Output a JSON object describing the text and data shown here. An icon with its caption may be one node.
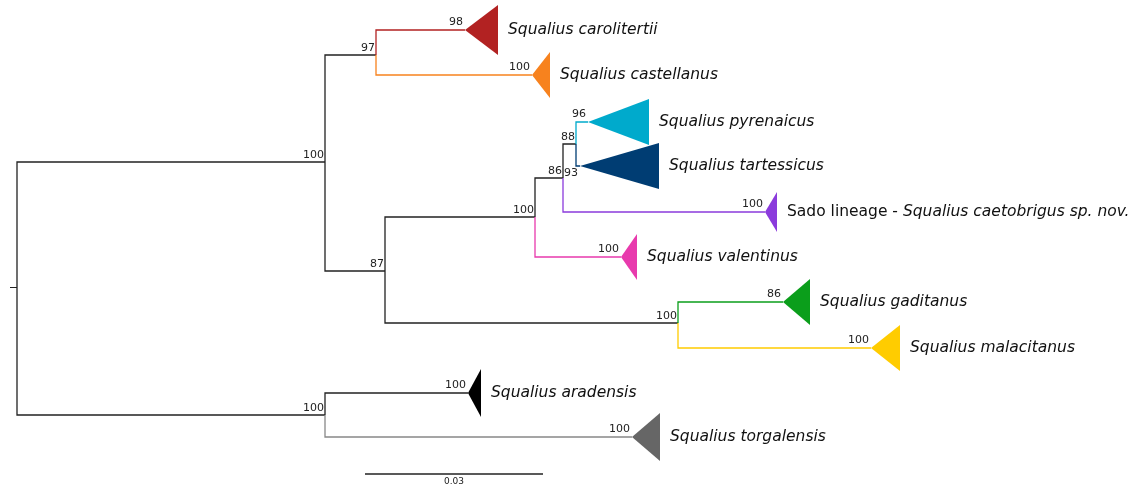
{
  "diagram": {
    "nodes": [
      {
        "text": [],
        "shape": "point"
      },
      {
        "text": [
          "Squalius carolitertii"
        ],
        "beside": [
          "98"
        ]
      },
      {
        "text": [
          "97"
        ]
      },
      {
        "text": [
          "Squalius castellanus"
        ],
        "beside": [
          "100"
        ]
      },
      {
        "text": [
          "100"
        ]
      },
      {
        "text": [
          "Squalius pyrenaicus"
        ],
        "beside": [
          "96"
        ]
      },
      {
        "text": [
          "88"
        ]
      },
      {
        "text": [
          "Squalius tartessicus"
        ],
        "beside": [
          "93"
        ]
      },
      {
        "text": [
          "86"
        ]
      },
      {
        "text": [
          "Sado lineage - *Squalius caetobrigus sp. nov.*"
        ],
        "beside": [
          "100"
        ]
      },
      {
        "text": [
          "100"
        ]
      },
      {
        "text": [
          "Squalius valentinus"
        ],
        "beside": [
          "100"
        ]
      },
      {
        "text": [
          "87"
        ]
      },
      {
        "text": [
          "Squalius gaditanus"
        ],
        "beside": [
          "86"
        ]
      },
      {
        "text": [
          "100"
        ]
      },
      {
        "text": [
          "Squalius malacitanus"
        ],
        "beside": [
          "100"
        ]
      },
      {
        "text": [
          "Squalius aradensis"
        ],
        "beside": [
          "100"
        ]
      },
      {
        "text": [
          "100"
        ]
      },
      {
        "text": [
          "Squalius torgalensis"
        ],
        "beside": [
          "100"
        ]
      }
    ],
    "edges": [
      {
        "from": 0,
        "to": 4,
        "arrow": "none"
      },
      {
        "from": 0,
        "to": 17,
        "arrow": "none"
      },
      {
        "from": 4,
        "to": 2,
        "arrow": "none"
      },
      {
        "from": 4,
        "to": 12,
        "arrow": "none"
      },
      {
        "from": 2,
        "to": 1,
        "arrow": "none",
        "color": "#b22222"
      },
      {
        "from": 2,
        "to": 3,
        "arrow": "none",
        "color": "#f7821e"
      },
      {
        "from": 12,
        "to": 10,
        "arrow": "none"
      },
      {
        "from": 12,
        "to": 14,
        "arrow": "none"
      },
      {
        "from": 10,
        "to": 8,
        "arrow": "none"
      },
      {
        "from": 10,
        "to": 11,
        "arrow": "none",
        "color": "#e83aad"
      },
      {
        "from": 8,
        "to": 6,
        "arrow": "none"
      },
      {
        "from": 8,
        "to": 9,
        "arrow": "none",
        "color": "#8b3bdc"
      },
      {
        "from": 6,
        "to": 5,
        "arrow": "none",
        "color": "#00aacc"
      },
      {
        "from": 6,
        "to": 7,
        "arrow": "none",
        "color": "#003d73"
      },
      {
        "from": 14,
        "to": 13,
        "arrow": "none",
        "color": "#0b9e1b"
      },
      {
        "from": 14,
        "to": 15,
        "arrow": "none",
        "color": "#ffcc00"
      },
      {
        "from": 17,
        "to": 16,
        "arrow": "none"
      },
      {
        "from": 17,
        "to": 18,
        "arrow": "none",
        "color": "#888888"
      }
    ],
    "labels": [
      "0.03"
    ]
  }
}
